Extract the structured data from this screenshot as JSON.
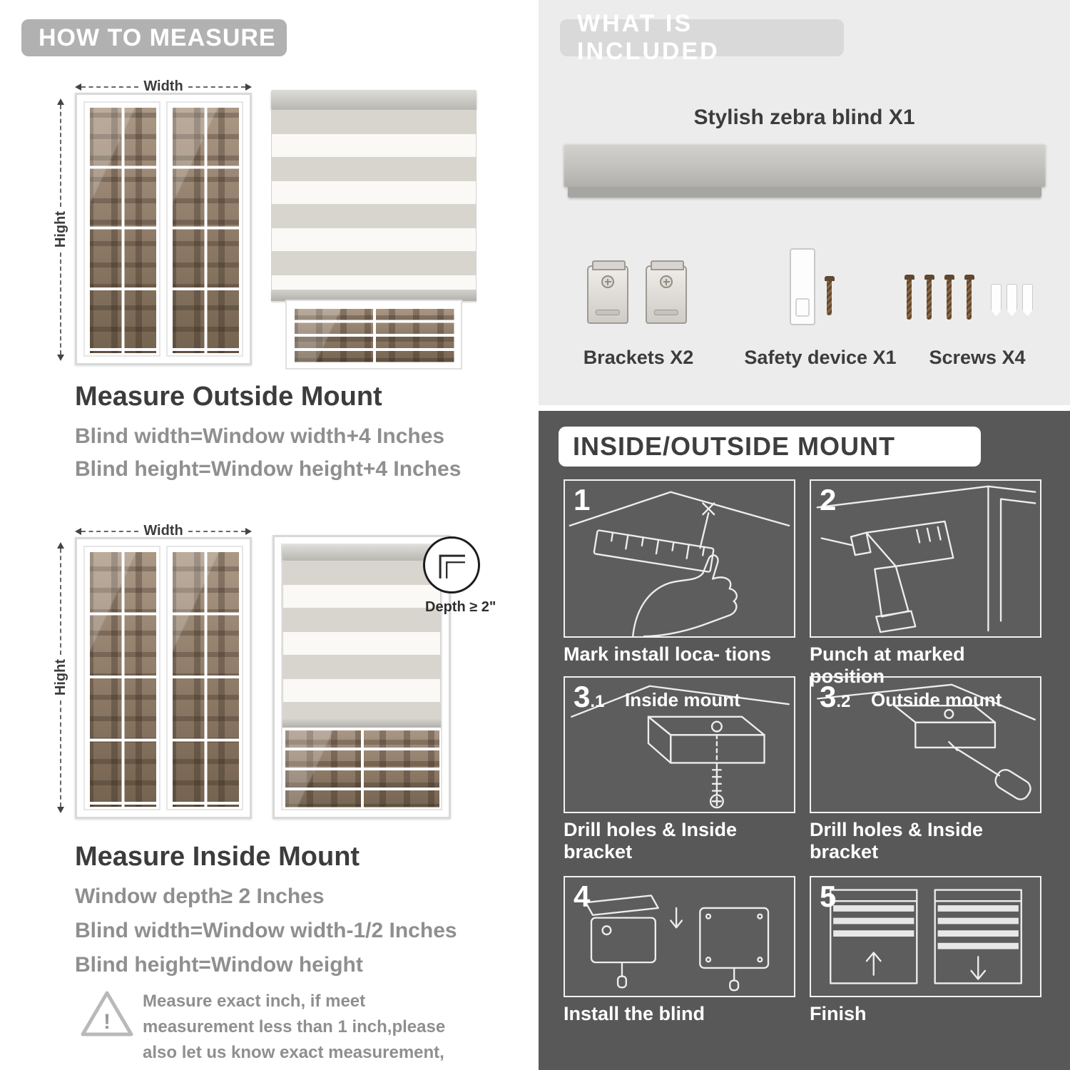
{
  "left": {
    "header": "HOW TO MEASURE",
    "outside": {
      "width_label": "Width",
      "height_label": "Hight",
      "title": "Measure Outside Mount",
      "lines": [
        "Blind width=Window width+4 Inches",
        "Blind height=Window height+4 Inches"
      ]
    },
    "inside": {
      "width_label": "Width",
      "height_label": "Hight",
      "depth_label": "Depth ≥ 2\"",
      "title": "Measure Inside Mount",
      "lines": [
        "Window depth≥ 2 Inches",
        "Blind width=Window width-1/2 Inches",
        "Blind height=Window height"
      ]
    },
    "warning_mark": "!",
    "warning_text": "Measure exact inch, if meet measurement less than 1 inch,please also let us know exact measurement, please do not leave it"
  },
  "included": {
    "header": "WHAT IS INCLUDED",
    "blind_label": "Stylish zebra blind X1",
    "items": [
      {
        "label": "Brackets X2",
        "icon": "brackets-icon"
      },
      {
        "label": "Safety device X1",
        "icon": "safety-device-icon"
      },
      {
        "label": "Screws X4",
        "icon": "screws-icon"
      }
    ]
  },
  "mount": {
    "header": "INSIDE/OUTSIDE MOUNT",
    "steps": [
      {
        "num": "1",
        "sub": "",
        "inner_label": "",
        "caption": "Mark install loca- tions"
      },
      {
        "num": "2",
        "sub": "",
        "inner_label": "",
        "caption": "Punch at  marked position"
      },
      {
        "num": "3",
        "sub": ".1",
        "inner_label": "Inside mount",
        "caption": "Drill holes &  Inside bracket"
      },
      {
        "num": "3",
        "sub": ".2",
        "inner_label": "Outside mount",
        "caption": "Drill holes &  Inside bracket"
      },
      {
        "num": "4",
        "sub": "",
        "inner_label": "",
        "caption": "Install the blind"
      },
      {
        "num": "5",
        "sub": "",
        "inner_label": "",
        "caption": "Finish"
      }
    ]
  },
  "colors": {
    "left_header_bg": "#b1b1b1",
    "included_bg": "#ececec",
    "included_header_bg": "#d9d9d9",
    "mount_bg": "#585858",
    "heading_text": "#3c3c3c",
    "muted_text": "#8f8f8f"
  }
}
